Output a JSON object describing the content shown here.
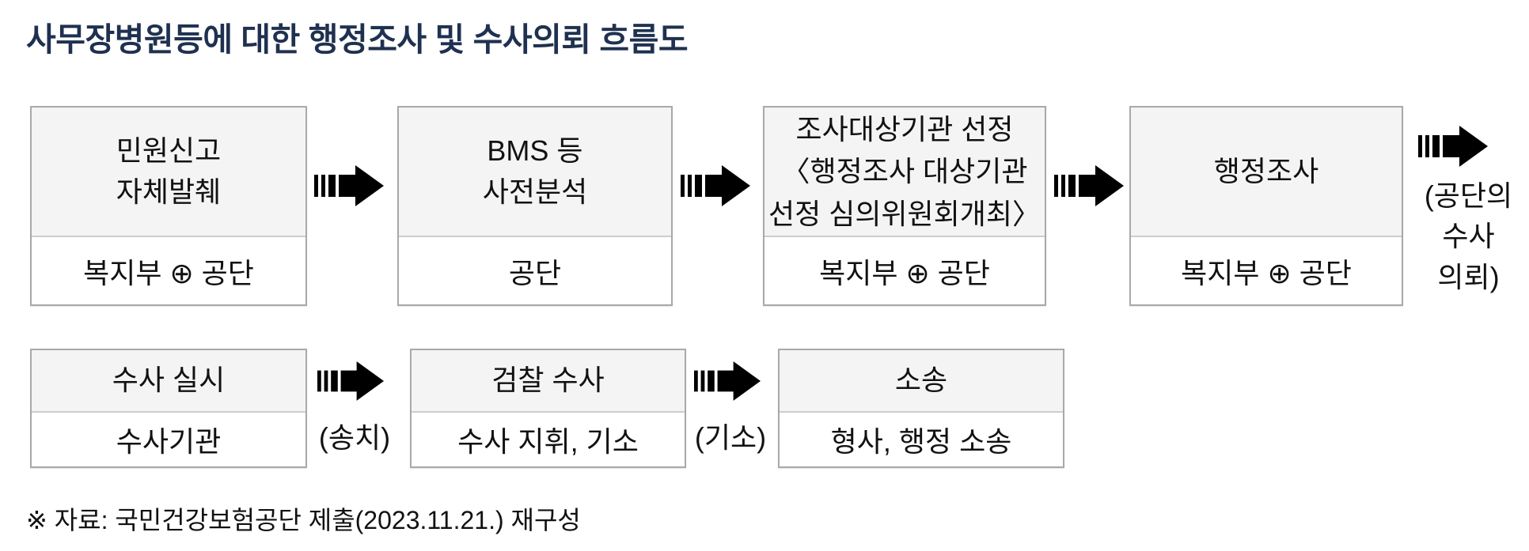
{
  "title": "사무장병원등에 대한 행정조사 및 수사의뢰 흐름도",
  "colors": {
    "title_text": "#1f3150",
    "box_fill": "#f4f4f4",
    "box_border": "#a9a9a9",
    "box_divider": "#cdcdcd",
    "arrow": "#000000",
    "body_text": "#111111"
  },
  "flow_row1": {
    "steps": [
      {
        "stage": "민원신고\n자체발췌",
        "actor": "복지부 ⊕ 공단"
      },
      {
        "stage": "BMS 등\n사전분석",
        "actor": "공단"
      },
      {
        "stage": "조사대상기관 선정\n〈행정조사 대상기관\n선정 심의위원회개최〉",
        "actor": "복지부 ⊕ 공단"
      },
      {
        "stage": "행정조사",
        "actor": "복지부 ⊕ 공단"
      }
    ],
    "tail_arrow_label": "(공단의\n수사\n의뢰)"
  },
  "flow_row2": {
    "steps": [
      {
        "stage": "수사 실시",
        "actor": "수사기관"
      },
      {
        "stage": "검찰 수사",
        "actor": "수사 지휘, 기소"
      },
      {
        "stage": "소송",
        "actor": "형사, 행정 소송"
      }
    ],
    "arrow_labels": [
      "(송치)",
      "(기소)"
    ]
  },
  "footnote": "※ 자료: 국민건강보험공단 제출(2023.11.21.) 재구성"
}
